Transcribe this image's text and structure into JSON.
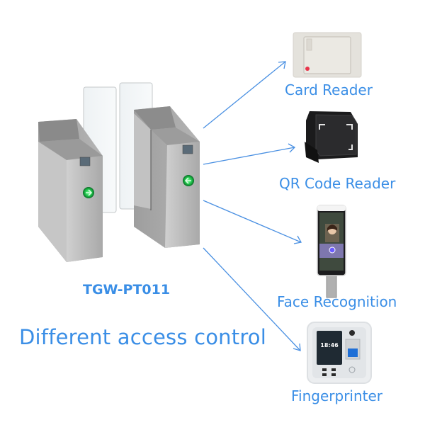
{
  "product": {
    "model": "TGW-PT011",
    "type": "flap-barrier-turnstile"
  },
  "headline": "Different access control",
  "devices": [
    {
      "label": "Card Reader",
      "icon": "card-reader"
    },
    {
      "label": "QR Code Reader",
      "icon": "qr-code-reader"
    },
    {
      "label": "Face Recognition",
      "icon": "face-recognition-terminal"
    },
    {
      "label": "Fingerprinter",
      "icon": "fingerprint-reader"
    }
  ],
  "fingerprint_screen_time": "18:46",
  "colors": {
    "accent_blue": "#3a8ee6",
    "arrow_blue": "#4a90e2",
    "indicator_green": "#2ecc40",
    "steel": "#b8b8b8"
  }
}
